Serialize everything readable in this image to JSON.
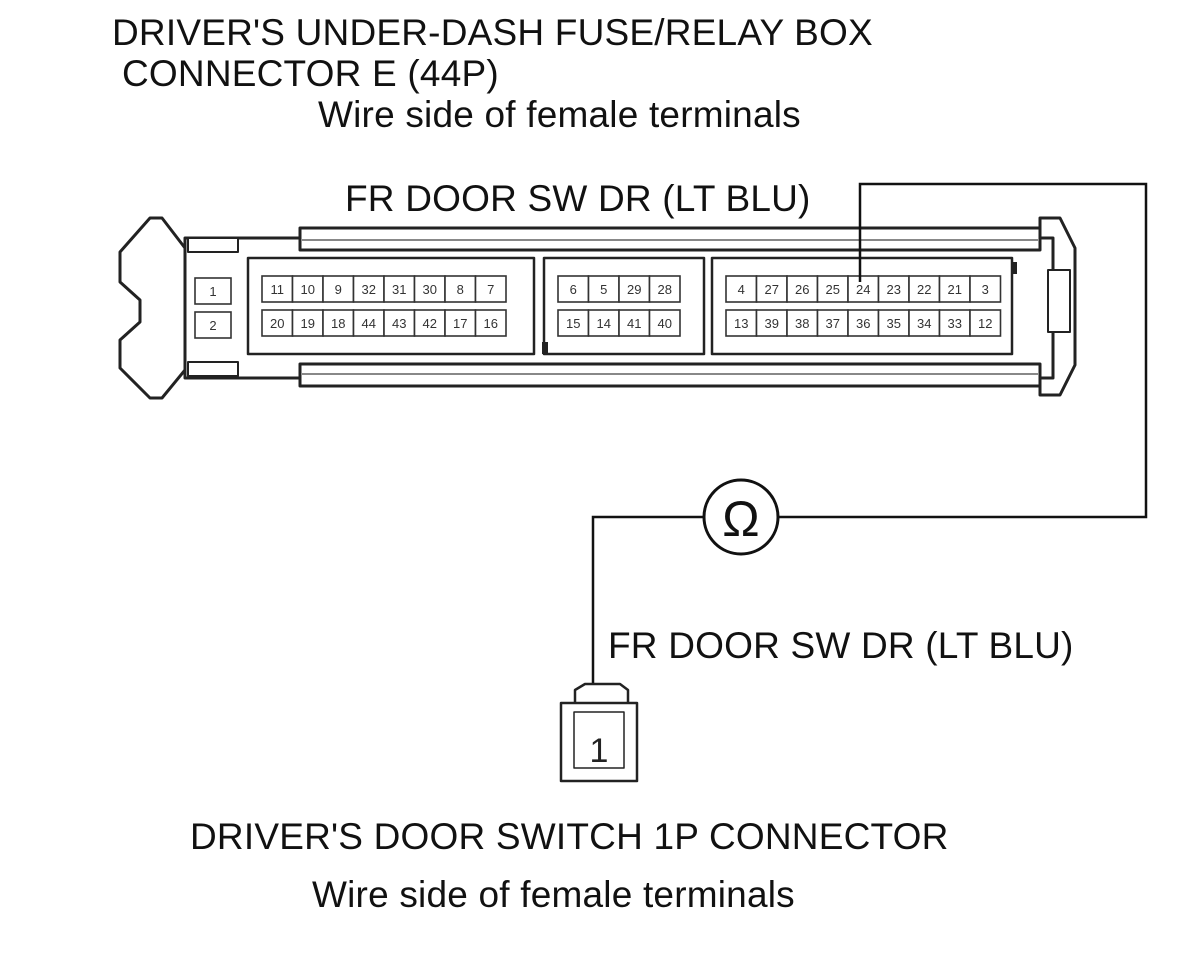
{
  "title": {
    "line1": "DRIVER'S UNDER-DASH FUSE/RELAY BOX",
    "line2": "CONNECTOR E (44P)",
    "subtitle": "Wire side of female terminals"
  },
  "upper_wire_label": "FR DOOR SW DR (LT BLU)",
  "lower_wire_label": "FR DOOR SW DR (LT BLU)",
  "meter_symbol": "Ω",
  "connector_e": {
    "side_pins": [
      "1",
      "2"
    ],
    "block_a": {
      "top": [
        "11",
        "10",
        "9",
        "32",
        "31",
        "30",
        "8",
        "7"
      ],
      "bottom": [
        "20",
        "19",
        "18",
        "44",
        "43",
        "42",
        "17",
        "16"
      ]
    },
    "block_b": {
      "top": [
        "6",
        "5",
        "29",
        "28"
      ],
      "bottom": [
        "15",
        "14",
        "41",
        "40"
      ]
    },
    "block_c": {
      "top": [
        "4",
        "27",
        "26",
        "25",
        "24",
        "23",
        "22",
        "21",
        "3"
      ],
      "bottom": [
        "13",
        "39",
        "38",
        "37",
        "36",
        "35",
        "34",
        "33",
        "12"
      ]
    },
    "probed_pin": "24"
  },
  "door_switch_pin": "1",
  "bottom_title": {
    "line1": "DRIVER'S DOOR SWITCH 1P CONNECTOR",
    "subtitle": "Wire side of female terminals"
  }
}
